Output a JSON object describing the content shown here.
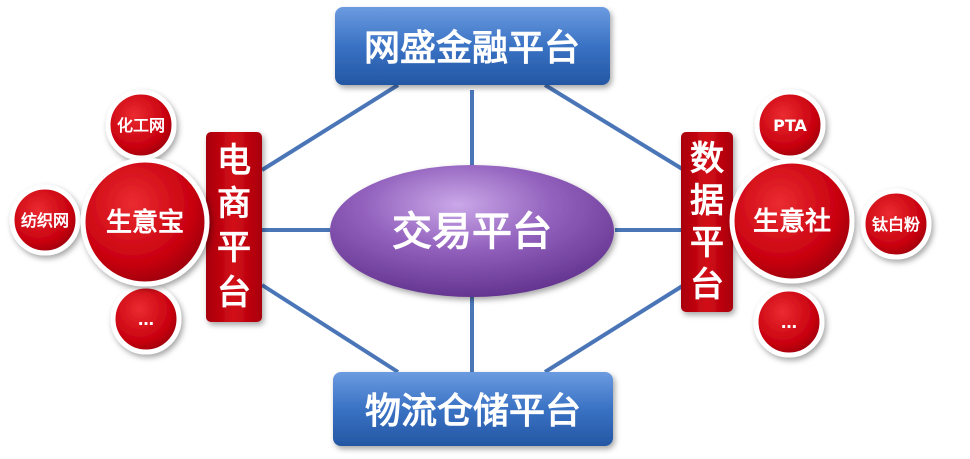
{
  "center": {
    "label": "交易平台"
  },
  "top_platform": {
    "label": "网盛金融平台"
  },
  "bottom_platform": {
    "label": "物流仓储平台"
  },
  "left_platform": {
    "label": "电商平台",
    "chars": [
      "电",
      "商",
      "平",
      "台"
    ]
  },
  "right_platform": {
    "label": "数据平台",
    "chars": [
      "数",
      "据",
      "平",
      "台"
    ]
  },
  "left_hub": {
    "label": "生意宝"
  },
  "right_hub": {
    "label": "生意社"
  },
  "left_satellites": [
    {
      "label": "化工网"
    },
    {
      "label": "纺织网"
    },
    {
      "label": "…"
    }
  ],
  "right_satellites": [
    {
      "label": "PTA"
    },
    {
      "label": "钛白粉"
    },
    {
      "label": "…"
    }
  ],
  "colors": {
    "blue_box": "#2e66b0",
    "blue_line": "#4a76b8",
    "red": "#c8000f",
    "purple": "#8a55b0"
  }
}
